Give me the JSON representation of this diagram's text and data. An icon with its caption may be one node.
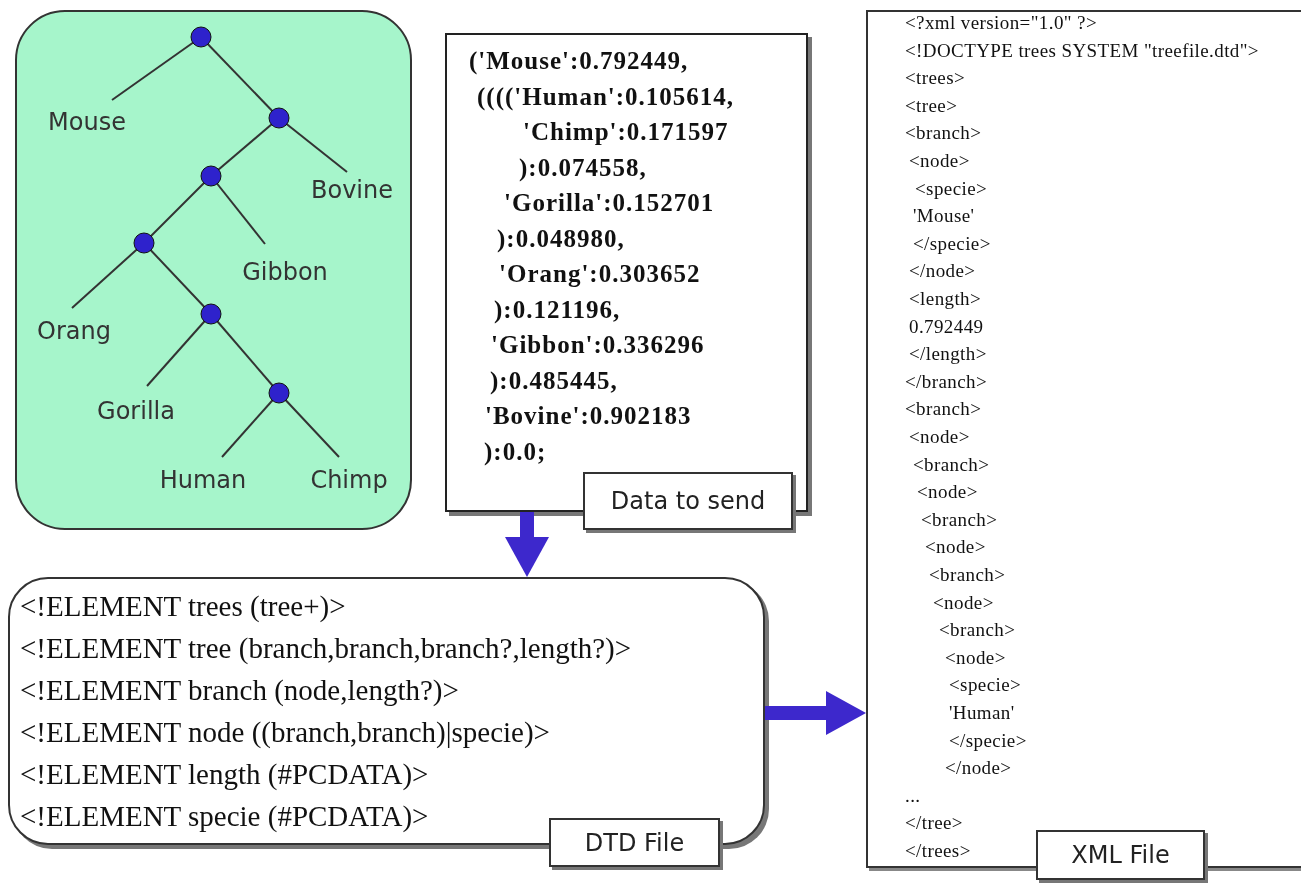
{
  "diagram": {
    "nodes": [
      {
        "text": [
          "Mouse",
          "Bovine",
          "Gibbon",
          "Orang",
          "Gorilla",
          "Human",
          "Chimp"
        ]
      },
      {
        "text": [
          "('Mouse':0.792449,",
          "(((('Human':0.105614,",
          "'Chimp':0.171597",
          "):0.074558,",
          "'Gorilla':0.152701",
          "):0.048980,",
          "'Orang':0.303652",
          "):0.121196,",
          "'Gibbon':0.336296",
          "):0.485445,",
          "'Bovine':0.902183",
          "):0.0;"
        ]
      },
      {
        "text": [
          "Data to send"
        ]
      },
      {
        "text": [
          "<!ELEMENT trees (tree+)>",
          "<!ELEMENT tree (branch,branch,branch?,length?)>",
          "<!ELEMENT branch (node,length?)>",
          "<!ELEMENT node ((branch,branch)|specie)>",
          "<!ELEMENT length (#PCDATA)>",
          "<!ELEMENT specie (#PCDATA)>"
        ]
      },
      {
        "text": [
          "DTD File"
        ]
      },
      {
        "text": [
          "<?xml version=\"1.0\" ?>",
          "<!DOCTYPE trees SYSTEM \"treefile.dtd\">",
          "<trees>",
          "<tree>",
          "<branch>",
          "<node>",
          "<specie>",
          "'Mouse'",
          "</specie>",
          "</node>",
          "<length>",
          "0.792449",
          "</length>",
          "</branch>",
          "<branch>",
          "<node>",
          "<branch>",
          "<node>",
          "<branch>",
          "<node>",
          "<branch>",
          "<node>",
          "<branch>",
          "<node>",
          "<specie>",
          "'Human'",
          "</specie>",
          "</node>",
          "...",
          "</tree>",
          "</trees>"
        ]
      },
      {
        "text": [
          "XML File"
        ]
      }
    ],
    "edges": [
      {
        "from": 1,
        "to": 3,
        "arrow": "to"
      },
      {
        "from": 3,
        "to": 5,
        "arrow": "to"
      }
    ]
  }
}
